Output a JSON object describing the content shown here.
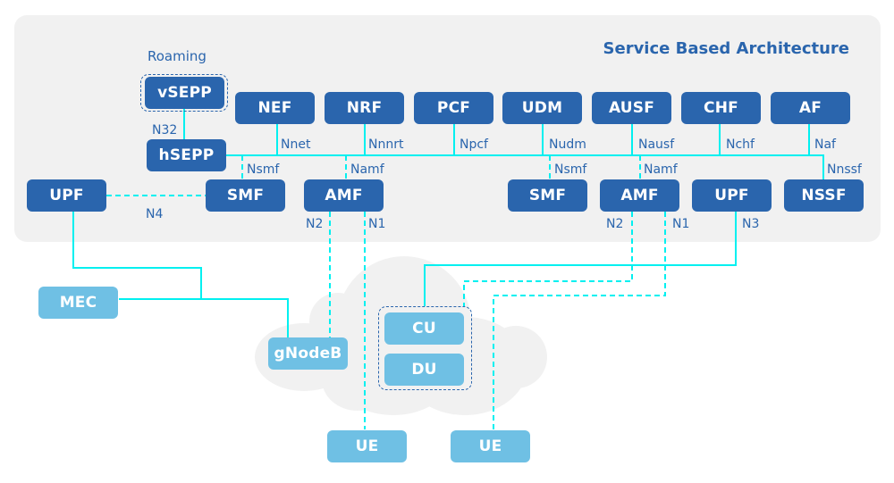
{
  "title": "Service Based Architecture",
  "roaming_label": "Roaming",
  "colors": {
    "core_node": "#2a65ad",
    "edge_node": "#6fc0e4",
    "link": "#00f0f0",
    "label_text": "#2a65ad",
    "panel": "#f1f1f1"
  },
  "nodes": {
    "vsepp": "vSEPP",
    "hsepp": "hSEPP",
    "nef": "NEF",
    "nrf": "NRF",
    "pcf": "PCF",
    "udm": "UDM",
    "ausf": "AUSF",
    "chf": "CHF",
    "af": "AF",
    "upf_left": "UPF",
    "smf_left": "SMF",
    "amf_left": "AMF",
    "smf_right": "SMF",
    "amf_right": "AMF",
    "upf_right": "UPF",
    "nssf": "NSSF",
    "mec": "MEC",
    "gnodeb": "gNodeB",
    "cu": "CU",
    "du": "DU",
    "ue_left": "UE",
    "ue_right": "UE"
  },
  "interfaces": {
    "n32": "N32",
    "nnef": "Nnet",
    "nnrf": "Nnnrt",
    "npcf": "Npcf",
    "nudm": "Nudm",
    "nausf": "Nausf",
    "nchf": "Nchf",
    "naf": "Naf",
    "nnssf": "Nnssf",
    "nsmf_left": "Nsmf",
    "namf_left": "Namf",
    "nsmf_right": "Nsmf",
    "namf_right": "Namf",
    "n4": "N4",
    "n2_left": "N2",
    "n1_left": "N1",
    "n2_right": "N2",
    "n1_right": "N1",
    "n3": "N3"
  }
}
